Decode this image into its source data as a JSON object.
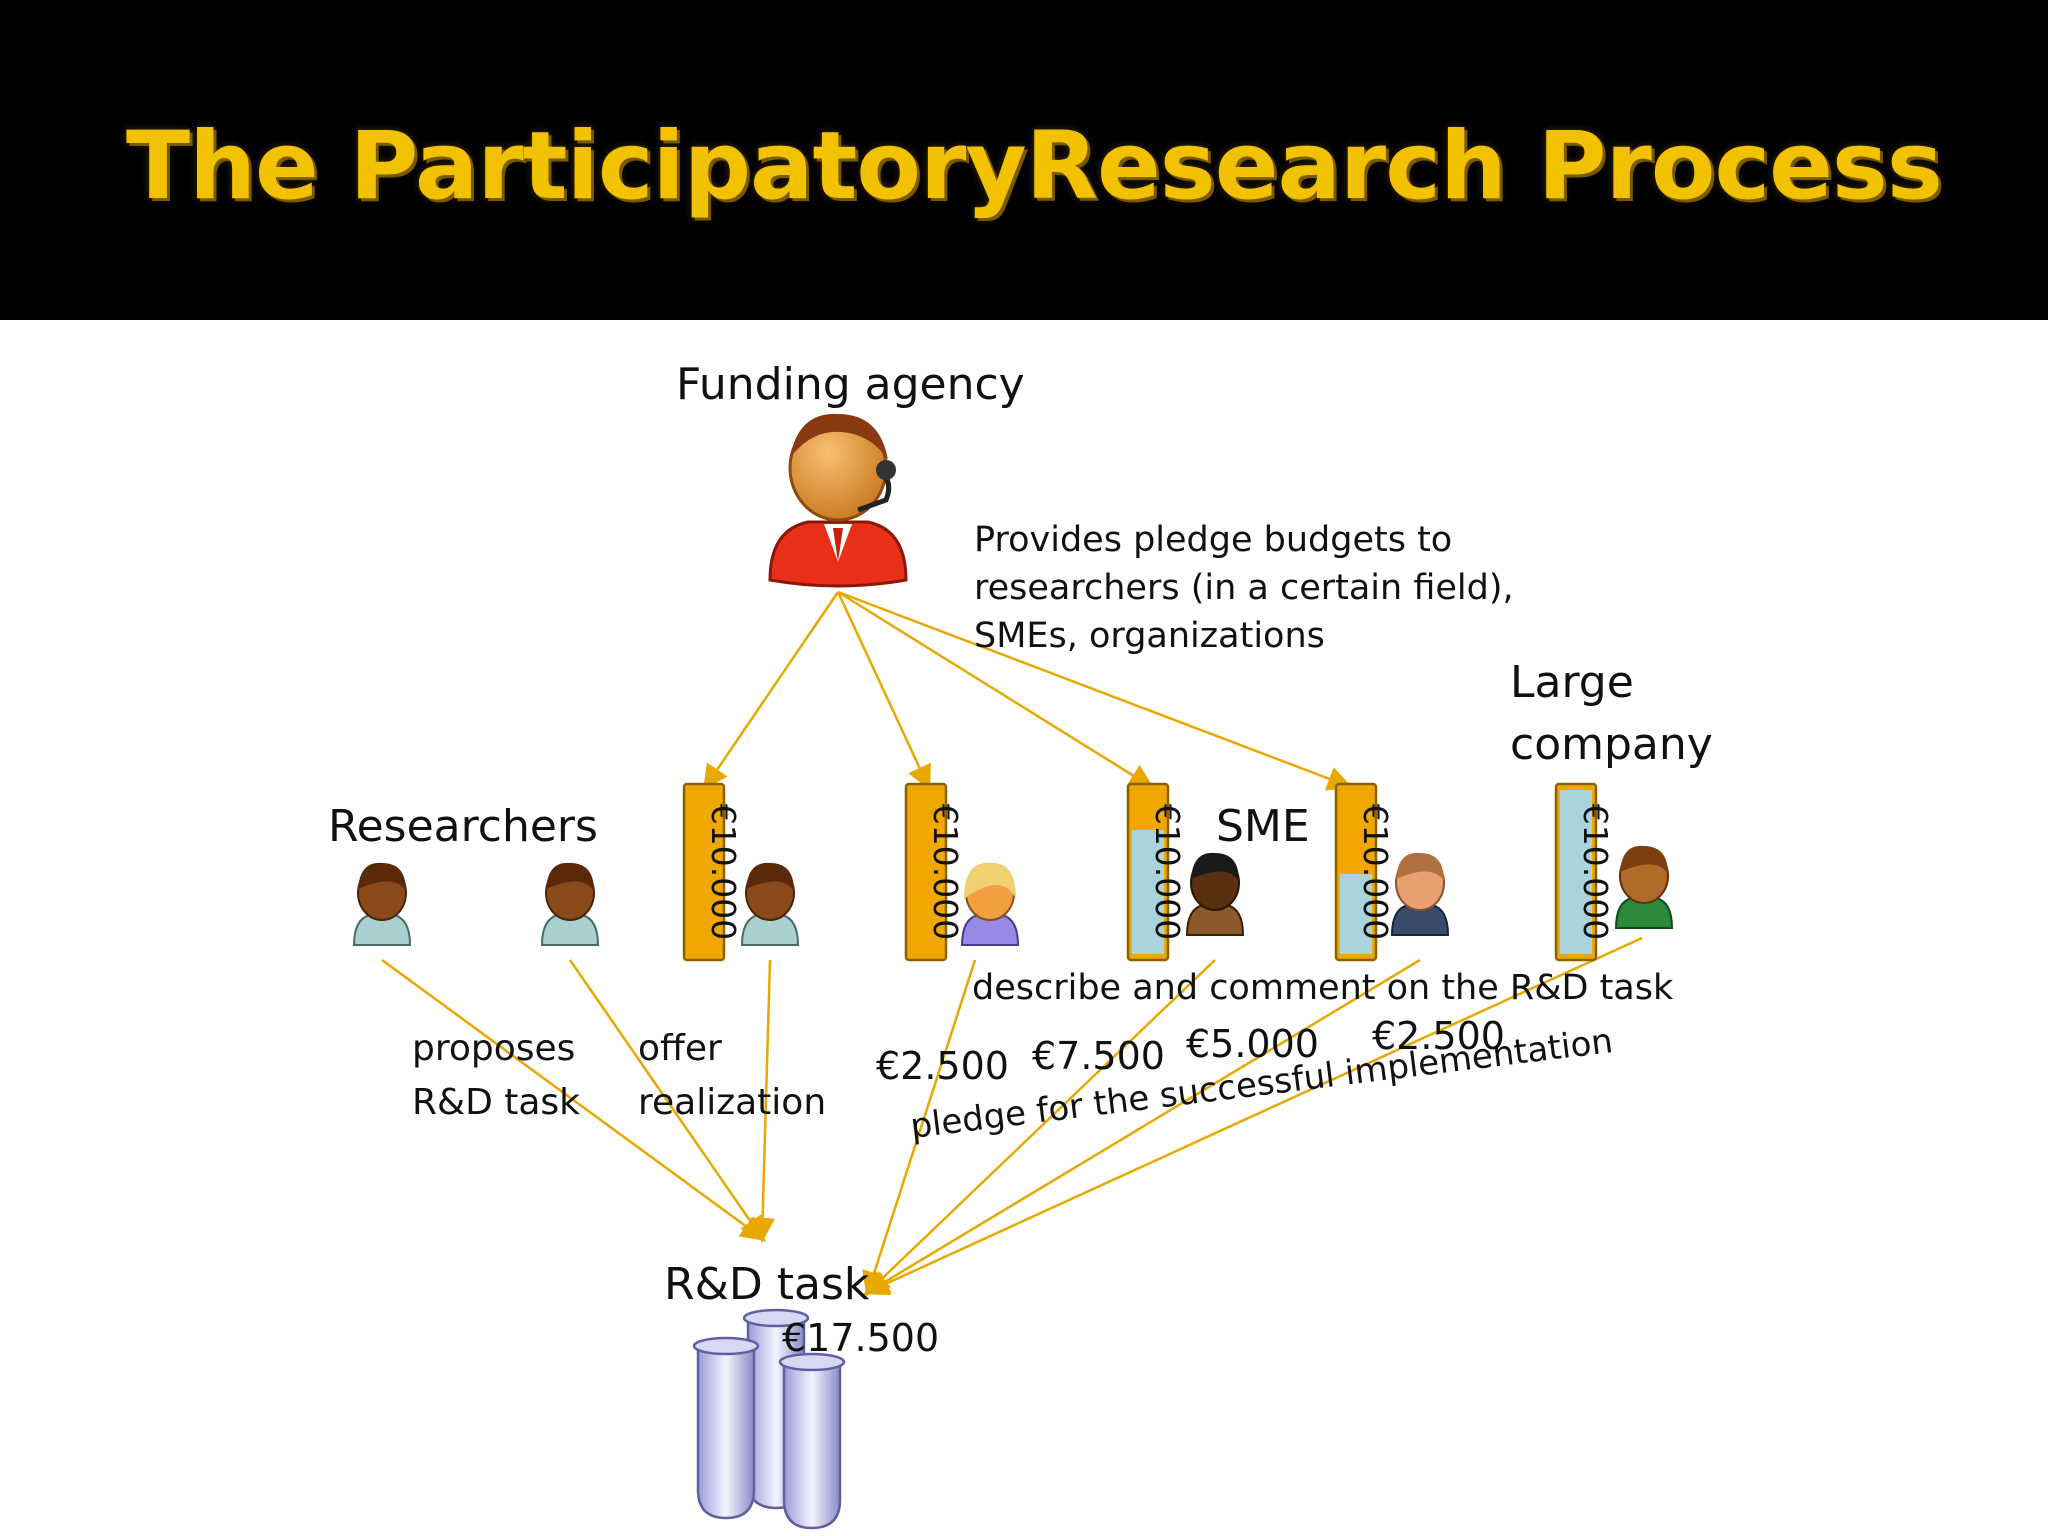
{
  "slide": {
    "title": "The ParticipatoryResearch Process"
  },
  "labels": {
    "funding_agency": "Funding agency",
    "provides_line1": "Provides pledge budgets to",
    "provides_line2": "researchers (in a certain field),",
    "provides_line3": "SMEs, organizations",
    "large_company_line1": "Large",
    "large_company_line2": "company",
    "researchers": "Researchers",
    "sme": "SME",
    "describe": "describe and comment on the R&D task",
    "proposes_line1": "proposes",
    "proposes_line2": "R&D task",
    "offer_line1": "offer",
    "offer_line2": "realization",
    "pledge_note": "pledge for the successful implementation",
    "rd_task": "R&D task",
    "rd_total": "€17.500"
  },
  "budget_cards": [
    "€10.000",
    "€10.000",
    "€10.000",
    "€10.000",
    "€10.000"
  ],
  "pledges": [
    "€2.500",
    "€7.500",
    "€5.000",
    "€2.500"
  ],
  "colors": {
    "title": "#f2c100",
    "arrow": "#e8a800",
    "card_gold": "#f0a800",
    "card_blue": "#a9d4dc"
  },
  "icons": [
    "agent-headset-icon",
    "person-icon",
    "test-tubes-icon"
  ]
}
